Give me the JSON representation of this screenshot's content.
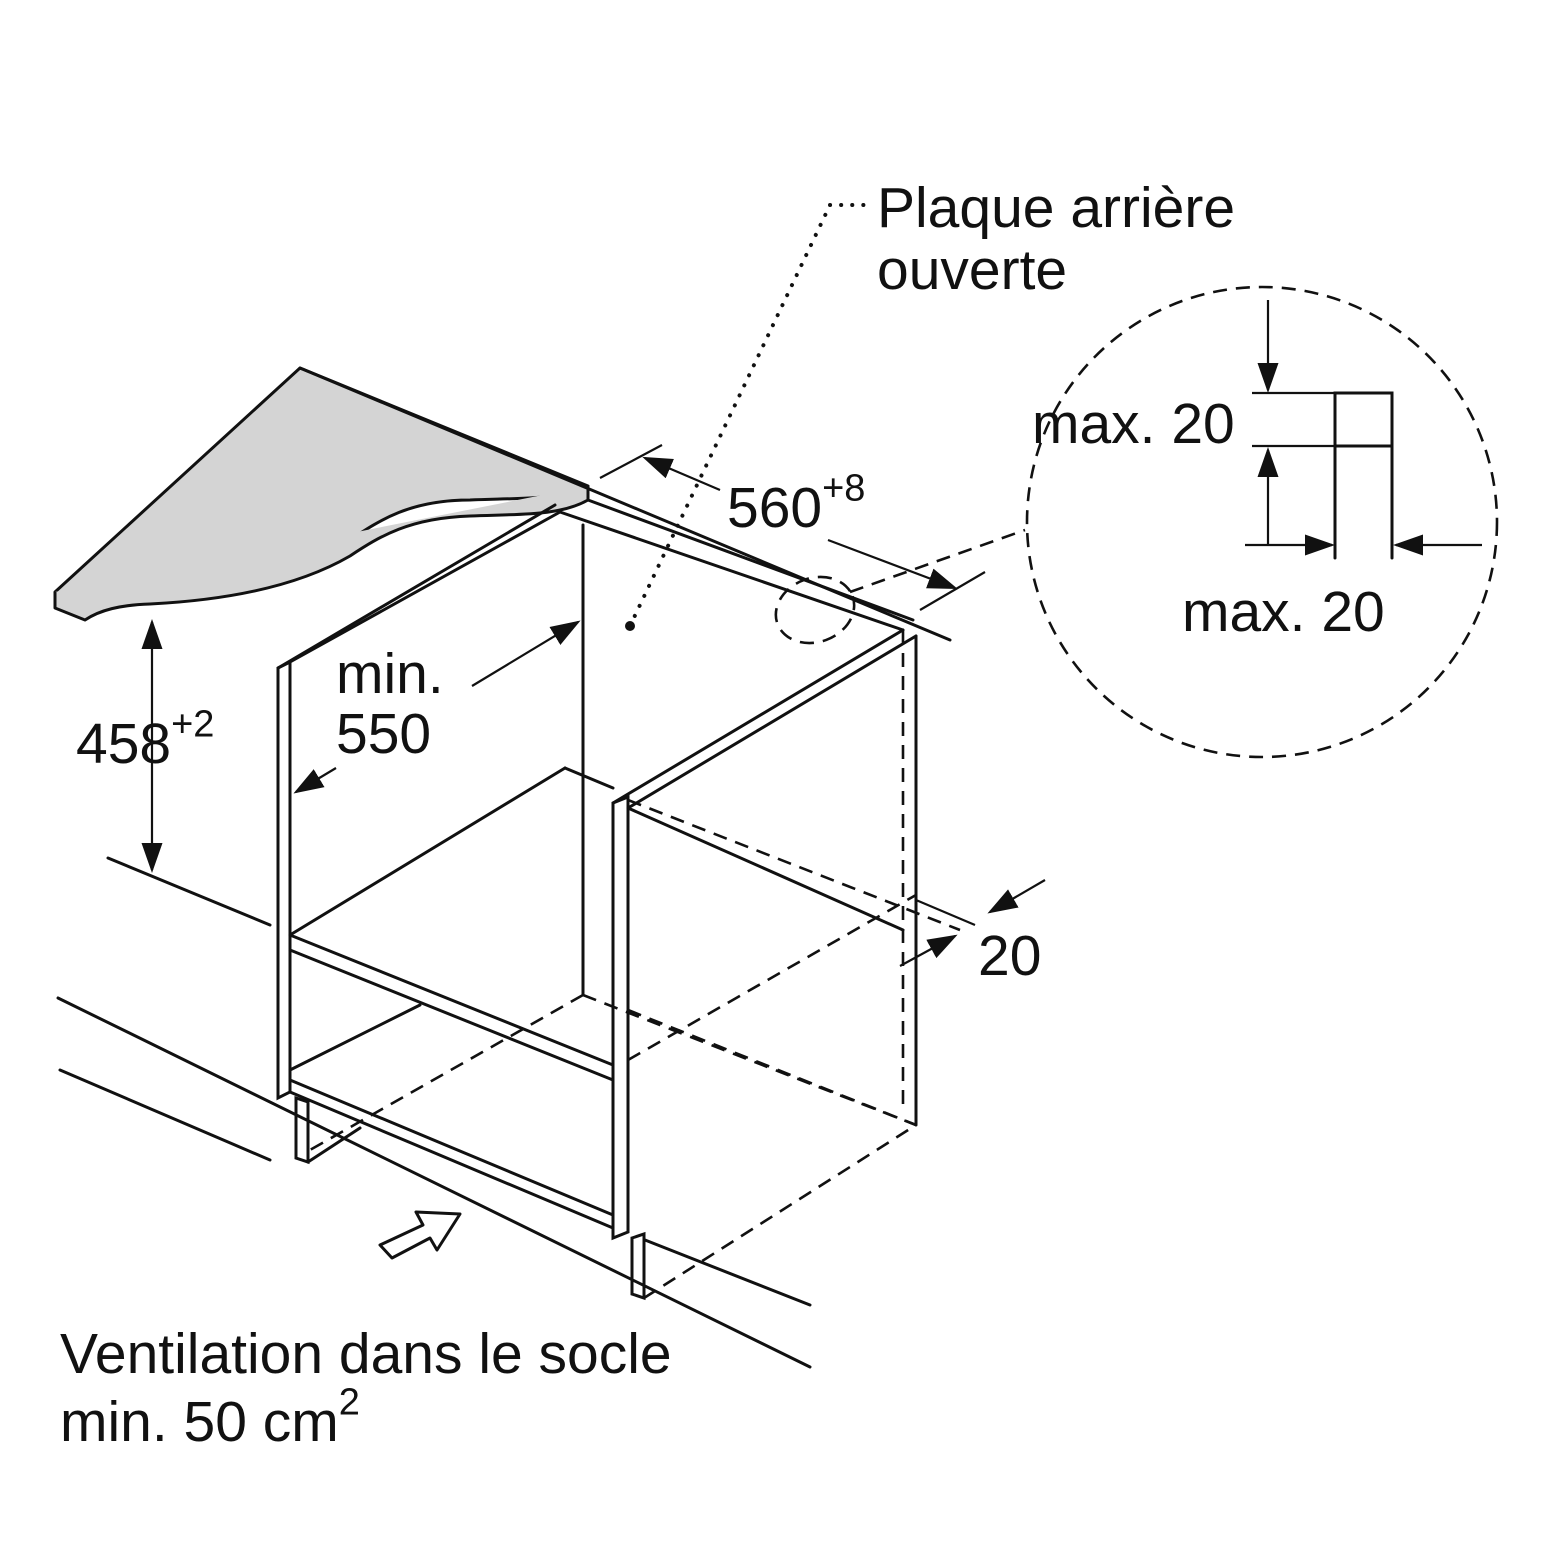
{
  "labels": {
    "rear_panel_line1": "Plaque arrière",
    "rear_panel_line2": "ouverte",
    "width_value": "560",
    "width_tolerance": "+8",
    "height_value": "458",
    "height_tolerance": "+2",
    "depth_line1": "min.",
    "depth_line2": "550",
    "detail_gap_vertical": "max. 20",
    "detail_gap_horizontal": "max. 20",
    "front_offset": "20",
    "ventilation_line1": "Ventilation dans le socle",
    "ventilation_line2_text": "min. 50 cm",
    "ventilation_line2_sup": "2"
  },
  "colors": {
    "line": "#111111",
    "countertop_fill": "#d4d4d4",
    "background": "#ffffff"
  }
}
